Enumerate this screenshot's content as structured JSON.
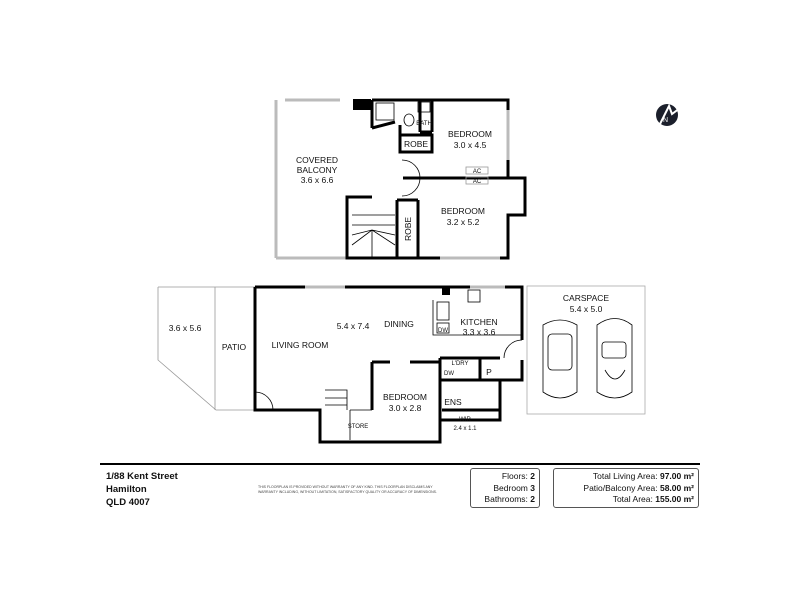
{
  "upper_floor": {
    "covered_balcony": {
      "name": "COVERED",
      "name2": "BALCONY",
      "size": "3.6 x 6.6"
    },
    "bath": "BATH",
    "robe_1": "ROBE",
    "robe_2": "ROBE",
    "bedroom_1": {
      "name": "BEDROOM",
      "size": "3.0 x 4.5"
    },
    "bedroom_2": {
      "name": "BEDROOM",
      "size": "3.2 x 5.2"
    },
    "ac_1": "AC",
    "ac_2": "AC"
  },
  "lower_floor": {
    "patio": {
      "name": "PATIO",
      "size": "3.6 x 5.6"
    },
    "living": {
      "name": "LIVING ROOM",
      "size": "5.4 x 7.4"
    },
    "dining": "DINING",
    "kitchen": {
      "name": "KITCHEN",
      "size": "3.3 x 3.6",
      "dw": "DW"
    },
    "laundry": {
      "name": "L'DRY",
      "dw": "DW"
    },
    "pantry": "P",
    "bedroom": {
      "name": "BEDROOM",
      "size": "3.0 x 2.8"
    },
    "ensuite": "ENS",
    "wir": {
      "name": "WIR",
      "size": "2.4 x 1.1"
    },
    "store": "STORE",
    "carspace": {
      "name": "CARSPACE",
      "size": "5.4 x 5.0"
    }
  },
  "footer": {
    "address_line1": "1/88 Kent Street",
    "address_line2": "Hamilton",
    "address_line3": "QLD 4007",
    "disclaimer": "THIS FLOORPLAN IS PROVIDED WITHOUT WARRANTY OF ANY KIND. THIS FLOORPLAN DISCLAIMS ANY WARRANTY INCLUDING, WITHOUT LIMITATION, SATISFACTORY QUALITY OR ACCURACY OF DIMENSIONS.",
    "floors_label": "Floors:",
    "floors_value": "2",
    "bedroom_label": "Bedroom",
    "bedroom_value": "3",
    "bathrooms_label": "Bathrooms:",
    "bathrooms_value": "2",
    "living_area_label": "Total Living Area:",
    "living_area_value": "97.00 m²",
    "patio_area_label": "Patio/Balcony Area:",
    "patio_area_value": "58.00 m²",
    "total_area_label": "Total Area:",
    "total_area_value": "155.00 m²"
  }
}
